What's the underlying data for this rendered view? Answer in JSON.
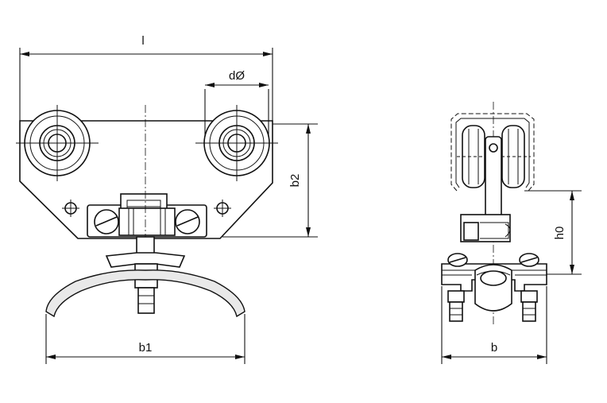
{
  "dimensions": {
    "l": "l",
    "d": "dØ",
    "b2": "b2",
    "b1": "b1",
    "h0": "h0",
    "b": "b"
  }
}
